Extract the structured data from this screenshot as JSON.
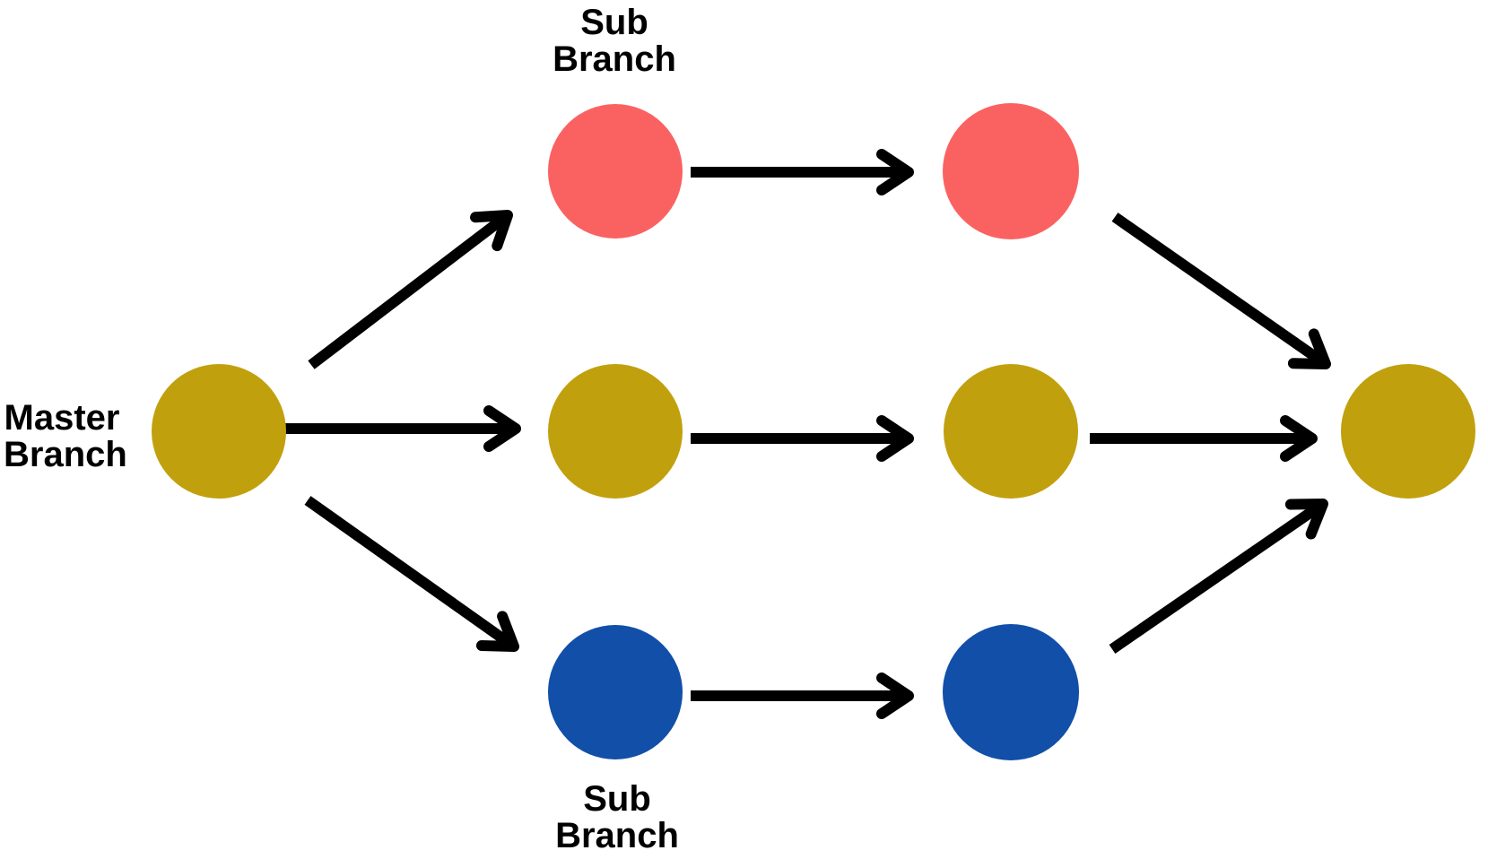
{
  "diagram": {
    "type": "branch-flow-diagram",
    "labels": {
      "master_branch": {
        "line1": "Master",
        "line2": "Branch"
      },
      "sub_branch_top": {
        "line1": "Sub",
        "line2": "Branch"
      },
      "sub_branch_bottom": {
        "line1": "Sub",
        "line2": "Branch"
      }
    },
    "colors": {
      "master_gold": "#C1A00E",
      "sub_red": "#FA6261",
      "sub_blue": "#114FA8",
      "arrow": "#000000",
      "text": "#000000",
      "background": "#FFFFFF"
    },
    "graph": {
      "nodes": [
        {
          "id": "master",
          "label": "Master Branch",
          "color_name": "gold",
          "row": "middle",
          "column": 1
        },
        {
          "id": "red-1",
          "label": "Sub Branch",
          "color_name": "red",
          "row": "top",
          "column": 2
        },
        {
          "id": "gold-2",
          "label": "",
          "color_name": "gold",
          "row": "middle",
          "column": 2
        },
        {
          "id": "blue-1",
          "label": "Sub Branch",
          "color_name": "blue",
          "row": "bottom",
          "column": 2
        },
        {
          "id": "red-2",
          "label": "",
          "color_name": "red",
          "row": "top",
          "column": 3
        },
        {
          "id": "gold-3",
          "label": "",
          "color_name": "gold",
          "row": "middle",
          "column": 3
        },
        {
          "id": "blue-2",
          "label": "",
          "color_name": "blue",
          "row": "bottom",
          "column": 3
        },
        {
          "id": "merge",
          "label": "",
          "color_name": "gold",
          "row": "middle",
          "column": 4
        }
      ],
      "edges": [
        {
          "from": "master",
          "to": "red-1"
        },
        {
          "from": "master",
          "to": "gold-2"
        },
        {
          "from": "master",
          "to": "blue-1"
        },
        {
          "from": "red-1",
          "to": "red-2"
        },
        {
          "from": "gold-2",
          "to": "gold-3"
        },
        {
          "from": "blue-1",
          "to": "blue-2"
        },
        {
          "from": "red-2",
          "to": "merge"
        },
        {
          "from": "gold-3",
          "to": "merge"
        },
        {
          "from": "blue-2",
          "to": "merge"
        }
      ]
    }
  }
}
